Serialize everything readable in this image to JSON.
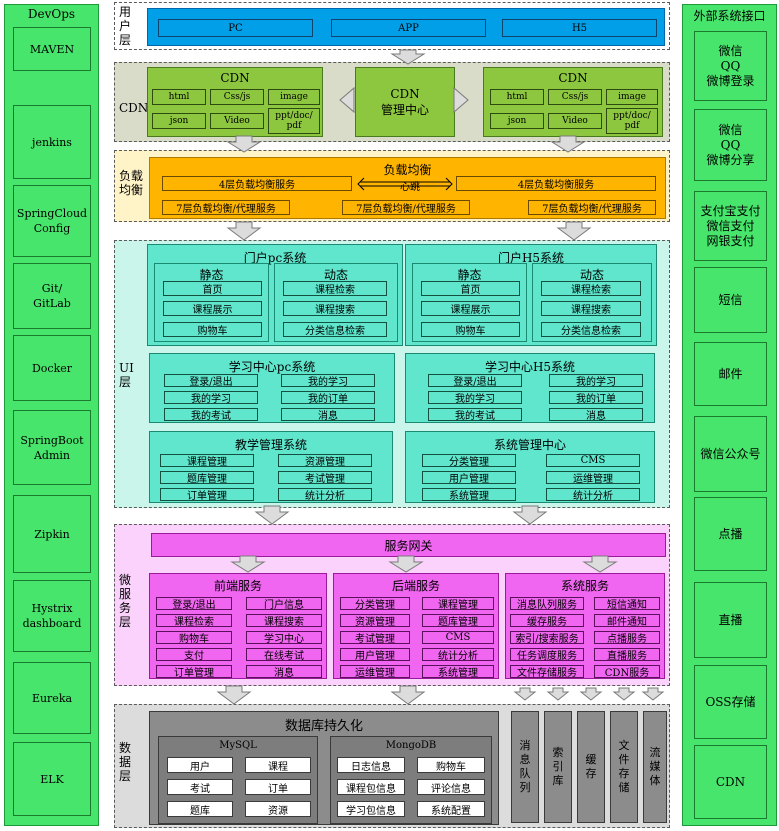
{
  "devops": {
    "title": "DevOps",
    "items": [
      "MAVEN",
      "jenkins",
      "SpringCloud\nConfig",
      "Git/\nGitLab",
      "Docker",
      "SpringBoot\nAdmin",
      "Zipkin",
      "Hystrix\ndashboard",
      "Eureka",
      "ELK"
    ]
  },
  "external": {
    "title": "外部系统接口",
    "items": [
      "微信\nQQ\n微博登录",
      "微信\nQQ\n微博分享",
      "支付宝支付\n微信支付\n网银支付",
      "短信",
      "邮件",
      "微信公众号",
      "点播",
      "直播",
      "OSS存储",
      "CDN"
    ]
  },
  "user_layer": {
    "label": "用\n户\n层",
    "clients": [
      "PC",
      "APP",
      "H5"
    ]
  },
  "cdn_layer": {
    "label": "CDN",
    "left_title": "CDN",
    "right_title": "CDN",
    "center": "CDN\n管理中心",
    "cells": [
      "html",
      "Css/js",
      "image",
      "json",
      "Video",
      "ppt/doc/\npdf"
    ]
  },
  "lb_layer": {
    "label": "负载\n均衡",
    "title": "负载均衡",
    "center": "心跳",
    "l4": "4层负载均衡服务",
    "l7": "7层负载均衡/代理服务"
  },
  "ui_layer": {
    "label": "UI\n层",
    "portal_pc": {
      "title": "门户pc系统",
      "static_title": "静态",
      "static_items": [
        "首页",
        "课程展示",
        "购物车"
      ],
      "dynamic_title": "动态",
      "dynamic_items": [
        "课程检索",
        "课程搜索",
        "分类信息检索"
      ]
    },
    "portal_h5": {
      "title": "门户H5系统",
      "static_title": "静态",
      "static_items": [
        "首页",
        "课程展示",
        "购物车"
      ],
      "dynamic_title": "动态",
      "dynamic_items": [
        "课程检索",
        "课程搜索",
        "分类信息检索"
      ]
    },
    "learn_pc": {
      "title": "学习中心pc系统",
      "items": [
        "登录/退出",
        "我的学习",
        "我的学习",
        "我的订单",
        "我的考试",
        "消息"
      ]
    },
    "learn_h5": {
      "title": "学习中心H5系统",
      "items": [
        "登录/退出",
        "我的学习",
        "我的学习",
        "我的订单",
        "我的考试",
        "消息"
      ]
    },
    "teach": {
      "title": "教学管理系统",
      "items": [
        "课程管理",
        "资源管理",
        "题库管理",
        "考试管理",
        "订单管理",
        "统计分析"
      ]
    },
    "sysmgr": {
      "title": "系统管理中心",
      "items": [
        "分类管理",
        "CMS",
        "用户管理",
        "运维管理",
        "系统管理",
        "统计分析"
      ]
    }
  },
  "ms_layer": {
    "label": "微\n服\n务\n层",
    "gateway": "服务网关",
    "front": {
      "title": "前端服务",
      "items": [
        "登录/退出",
        "门户信息",
        "课程检索",
        "课程搜索",
        "购物车",
        "学习中心",
        "支付",
        "在线考试",
        "订单管理",
        "消息"
      ]
    },
    "back": {
      "title": "后端服务",
      "items": [
        "分类管理",
        "课程管理",
        "资源管理",
        "题库管理",
        "考试管理",
        "CMS",
        "用户管理",
        "统计分析",
        "运维管理",
        "系统管理"
      ]
    },
    "system": {
      "title": "系统服务",
      "items": [
        "消息队列服务",
        "短信通知",
        "缓存服务",
        "邮件通知",
        "索引/搜索服务",
        "点播服务",
        "任务调度服务",
        "直播服务",
        "文件存储服务",
        "CDN服务"
      ]
    }
  },
  "data_layer": {
    "label": "数\n据\n层",
    "title": "数据库持久化",
    "mysql": {
      "title": "MySQL",
      "items": [
        "用户",
        "课程",
        "考试",
        "订单",
        "题库",
        "资源"
      ]
    },
    "mongodb": {
      "title": "MongoDB",
      "items": [
        "日志信息",
        "购物车",
        "课程包信息",
        "评论信息",
        "学习包信息",
        "系统配置"
      ]
    },
    "stores": [
      "消\n息\n队\n列",
      "索\n引\n库",
      "缓\n存",
      "文\n件\n存\n储",
      "流\n媒\n体"
    ]
  },
  "colors": {
    "devops": "#47e56c",
    "user": "#009fe8",
    "cdn": "#8dc63f",
    "lb": "#ffb400",
    "ui": "#5fe6cc",
    "ms": "#f066f0",
    "data": "#8c8c8c"
  }
}
